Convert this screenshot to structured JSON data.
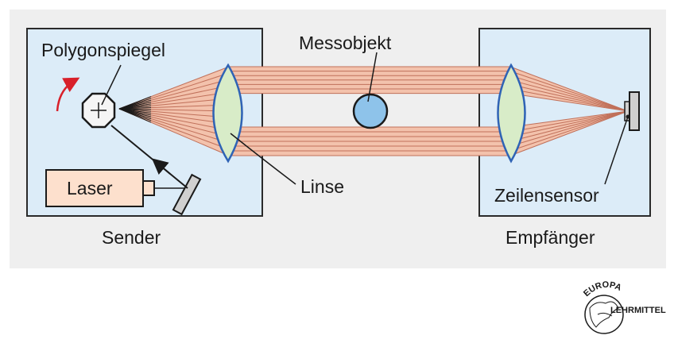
{
  "labels": {
    "polygon_mirror": "Polygonspiegel",
    "measured_object": "Messobjekt",
    "laser": "Laser",
    "lens": "Linse",
    "line_sensor": "Zeilensensor",
    "transmitter": "Sender",
    "receiver": "Empfänger"
  },
  "logo": {
    "top_text": "EUROPA",
    "right_text": "LEHRMITTEL"
  },
  "colors": {
    "background_panel": "#efefef",
    "box_fill": "#dcecf8",
    "box_stroke": "#2a2a2a",
    "beam_fill": "#f3c2ac",
    "beam_line": "#c0705a",
    "lens_fill": "#d8ecc8",
    "lens_stroke": "#2f63b5",
    "object_fill": "#8ec3ea",
    "laser_fill": "#fde0cd",
    "rotation_arrow": "#d8202a"
  },
  "icons": {
    "rotation": "rotation-arrow-icon",
    "logo": "europa-lehrmittel-globe-icon"
  }
}
